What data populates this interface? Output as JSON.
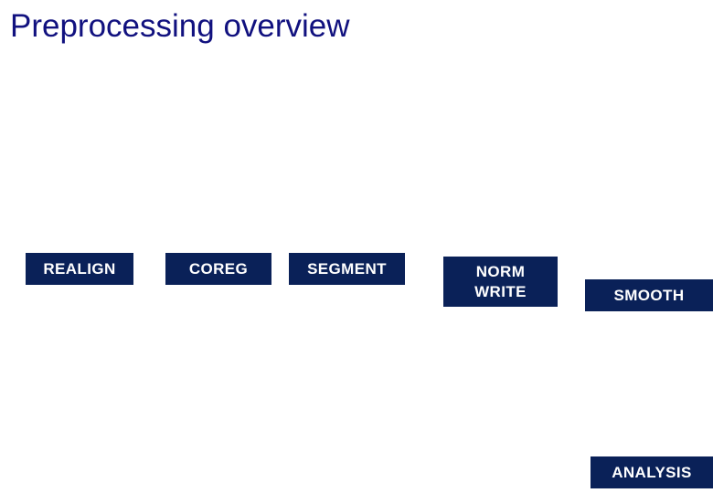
{
  "slide": {
    "title": "Preprocessing overview",
    "background_color": "#ffffff",
    "title_color": "#11117f",
    "box_color": "#0a2158",
    "box_text_color": "#ffffff"
  },
  "pipeline": {
    "stages": [
      {
        "id": "realign",
        "label": "REALIGN",
        "line1": "REALIGN",
        "line2": ""
      },
      {
        "id": "coreg",
        "label": "COREG",
        "line1": "COREG",
        "line2": ""
      },
      {
        "id": "segment",
        "label": "SEGMENT",
        "line1": "SEGMENT",
        "line2": ""
      },
      {
        "id": "norm-write",
        "label": "NORM WRITE",
        "line1": "NORM",
        "line2": "WRITE"
      },
      {
        "id": "smooth",
        "label": "SMOOTH",
        "line1": "SMOOTH",
        "line2": ""
      },
      {
        "id": "analysis",
        "label": "ANALYSIS",
        "line1": "ANALYSIS",
        "line2": ""
      }
    ]
  }
}
